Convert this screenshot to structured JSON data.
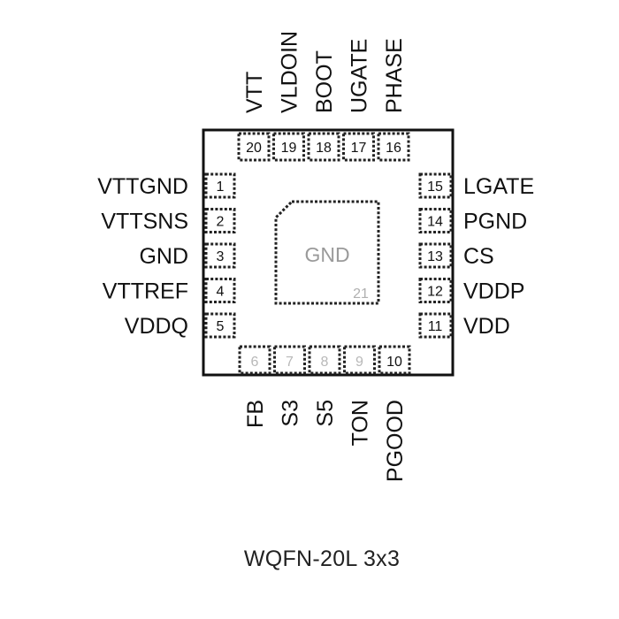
{
  "package": {
    "caption": "WQFN-20L 3x3",
    "exposed_pad": {
      "label": "GND",
      "number": "21"
    }
  },
  "pins": {
    "left": [
      {
        "number": "1",
        "name": "VTTGND"
      },
      {
        "number": "2",
        "name": "VTTSNS"
      },
      {
        "number": "3",
        "name": "GND"
      },
      {
        "number": "4",
        "name": "VTTREF"
      },
      {
        "number": "5",
        "name": "VDDQ"
      }
    ],
    "bottom": [
      {
        "number": "6",
        "name": "FB"
      },
      {
        "number": "7",
        "name": "S3"
      },
      {
        "number": "8",
        "name": "S5"
      },
      {
        "number": "9",
        "name": "TON"
      },
      {
        "number": "10",
        "name": "PGOOD"
      }
    ],
    "right": [
      {
        "number": "11",
        "name": "VDD"
      },
      {
        "number": "12",
        "name": "VDDP"
      },
      {
        "number": "13",
        "name": "CS"
      },
      {
        "number": "14",
        "name": "PGND"
      },
      {
        "number": "15",
        "name": "LGATE"
      }
    ],
    "top": [
      {
        "number": "16",
        "name": "PHASE"
      },
      {
        "number": "17",
        "name": "UGATE"
      },
      {
        "number": "18",
        "name": "BOOT"
      },
      {
        "number": "19",
        "name": "VLDOIN"
      },
      {
        "number": "20",
        "name": "VTT"
      }
    ]
  },
  "faded_pin_numbers": [
    "6",
    "7",
    "8",
    "9"
  ]
}
